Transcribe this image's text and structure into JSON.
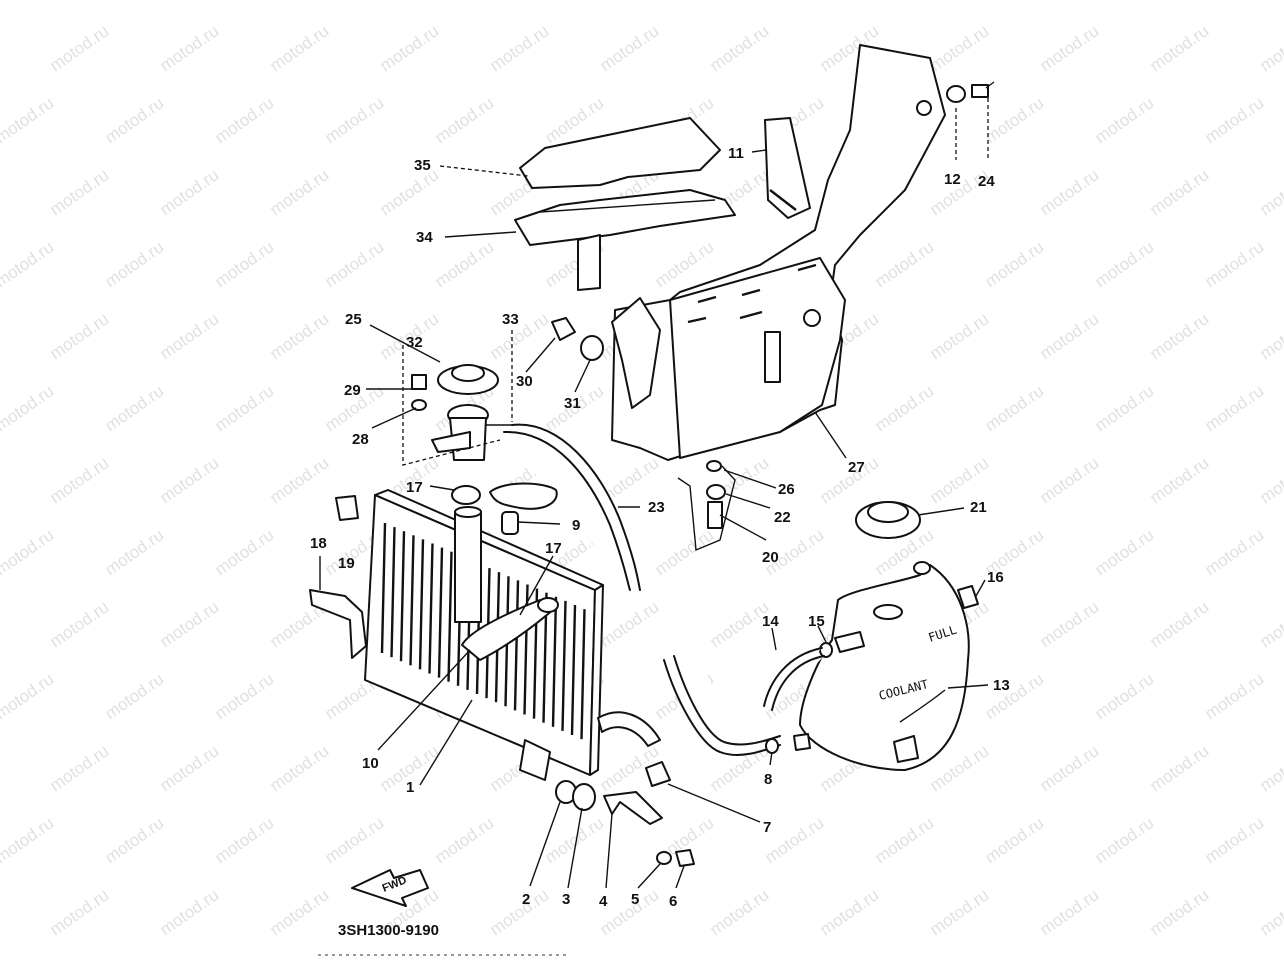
{
  "watermark": {
    "text": "motod.ru",
    "color": "#c8c8c8"
  },
  "diagram_code": "3SH1300-9190",
  "tank": {
    "full_label": "FULL",
    "coolant_label": "COOLANT"
  },
  "fwd_label": "FWD",
  "callouts": {
    "c1": "1",
    "c2": "2",
    "c3": "3",
    "c4": "4",
    "c5": "5",
    "c6": "6",
    "c7": "7",
    "c8": "8",
    "c9": "9",
    "c10": "10",
    "c11": "11",
    "c12": "12",
    "c13": "13",
    "c14": "14",
    "c15": "15",
    "c16": "16",
    "c17a": "17",
    "c17b": "17",
    "c18": "18",
    "c19": "19",
    "c20": "20",
    "c21": "21",
    "c22": "22",
    "c23": "23",
    "c24": "24",
    "c25": "25",
    "c26": "26",
    "c27": "27",
    "c28": "28",
    "c29": "29",
    "c30": "30",
    "c31": "31",
    "c32": "32",
    "c33": "33",
    "c34": "34",
    "c35": "35"
  }
}
